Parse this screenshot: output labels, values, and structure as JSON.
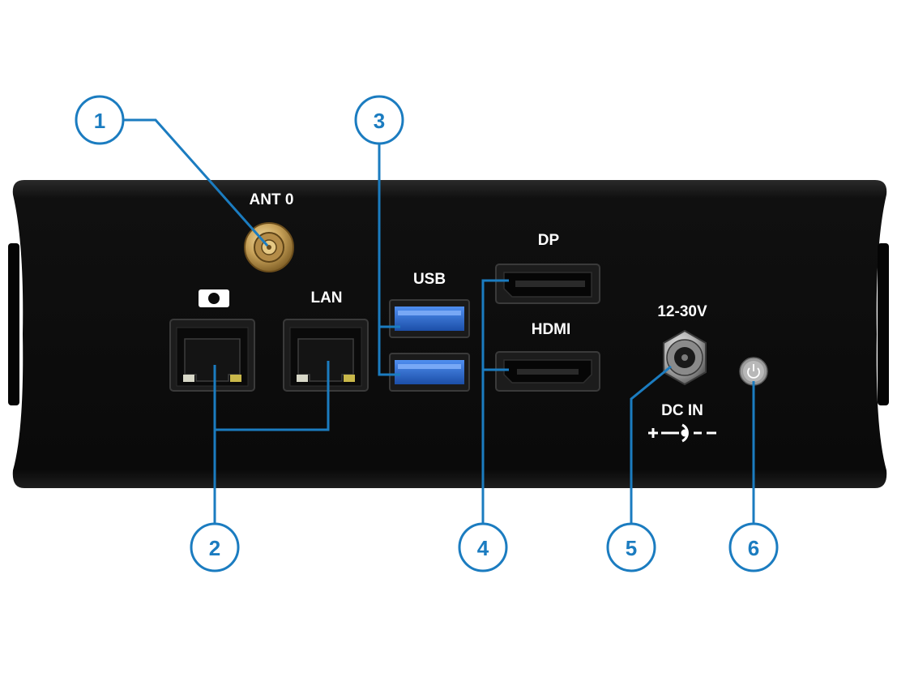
{
  "port_labels": {
    "antenna": "ANT 0",
    "lan": "LAN",
    "usb": "USB",
    "dp": "DP",
    "hdmi": "HDMI",
    "voltage": "12-30V",
    "dc_in": "DC IN"
  },
  "callouts": [
    "1",
    "2",
    "3",
    "4",
    "5",
    "6"
  ],
  "colors": {
    "callout_blue": "#1b7cc0",
    "chassis": "#0c0c0c",
    "usb_blue": "#2f6fd0",
    "antenna_gold": "#c9a35a"
  },
  "icons": {
    "camera": "camera-icon",
    "power": "power-button-icon",
    "dc_polarity": "dc-polarity-icon"
  }
}
